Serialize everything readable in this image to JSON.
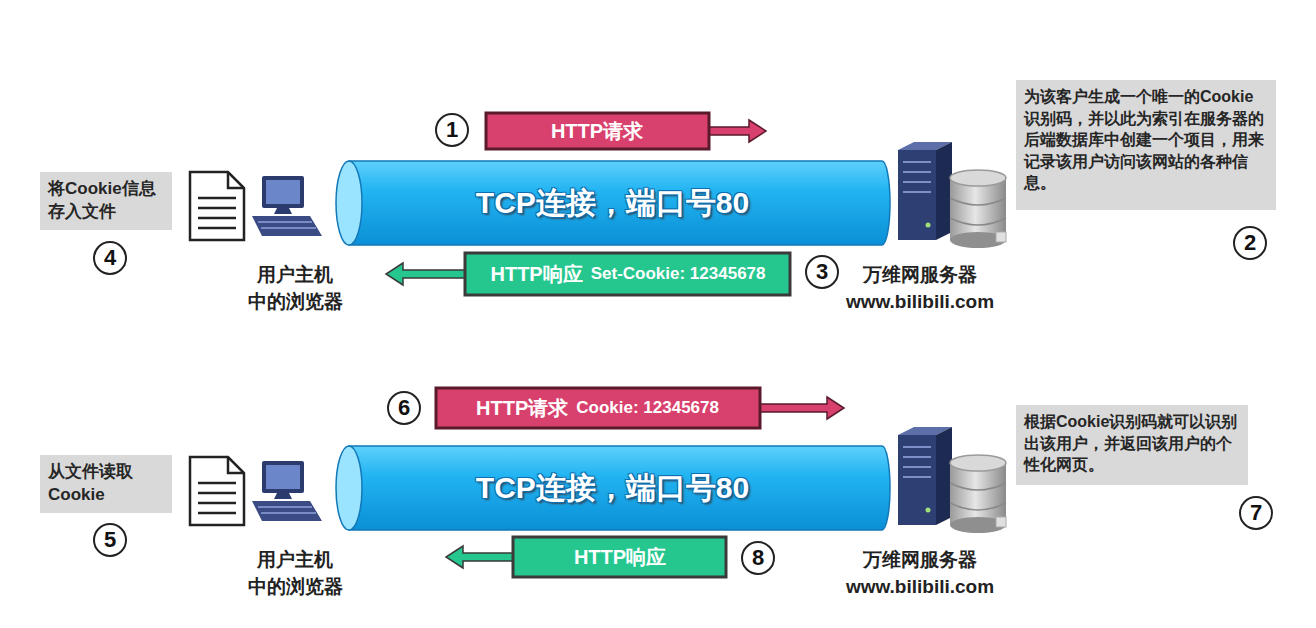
{
  "diagram": {
    "nodes": [
      {
        "text": [
          "为该客户生成一个唯一的Cookie识别码，并以此为索引在服务器的后端数据库中创建一个项目，用来记录该用户访问该网站的各种信息。"
        ]
      },
      {
        "text": [
          "1"
        ]
      },
      {
        "text": [
          "HTTP请求"
        ]
      },
      {
        "text": [
          "TCP连接，端口号80"
        ]
      },
      {
        "text": [
          "将Cookie信息 存入文件"
        ]
      },
      {
        "text": [
          "4"
        ]
      },
      {
        "text": [
          "HTTP响应",
          "Set-Cookie: 12345678"
        ]
      },
      {
        "text": [
          "3"
        ]
      },
      {
        "text": [
          "2"
        ]
      },
      {
        "text": [
          "6"
        ]
      },
      {
        "text": [
          "HTTP请求",
          "Cookie: 12345678"
        ]
      },
      {
        "text": [
          "根据Cookie识别码就可以识别出该用户，并返回该用户的个性化网页。"
        ]
      },
      {
        "text": [
          "TCP连接，端口号80"
        ]
      },
      {
        "text": [
          "从文件读取 Cookie"
        ]
      },
      {
        "text": [
          "5"
        ]
      },
      {
        "text": [
          "HTTP响应"
        ]
      },
      {
        "text": [
          "8"
        ]
      },
      {
        "text": [
          "7"
        ]
      }
    ],
    "labels": [
      "用户主机 中的浏览器",
      "万维网服务器 www.bilibili.com",
      "用户主机 中的浏览器",
      "万维网服务器 www.bilibili.com"
    ]
  }
}
